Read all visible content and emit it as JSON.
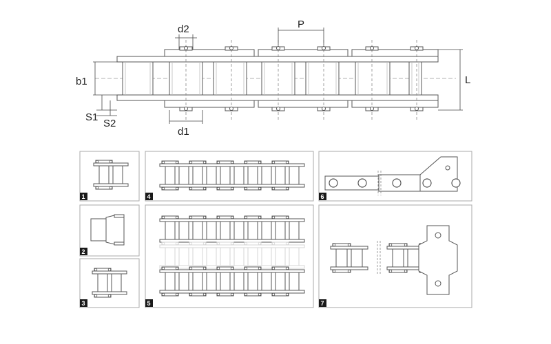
{
  "dimensions": {
    "d2": "d2",
    "p": "P",
    "b1": "b1",
    "l": "L",
    "s1": "S1",
    "s2": "S2",
    "d1": "d1"
  },
  "panels": [
    {
      "id": "1",
      "label": "1"
    },
    {
      "id": "2",
      "label": "2"
    },
    {
      "id": "3",
      "label": "3"
    },
    {
      "id": "4",
      "label": "4"
    },
    {
      "id": "5",
      "label": "5"
    },
    {
      "id": "6",
      "label": "6"
    },
    {
      "id": "7",
      "label": "7"
    }
  ],
  "colors": {
    "stroke": "#555555",
    "frame": "#aaaaaa",
    "badge": "#1a1a1a",
    "faded": "#d4d4d4"
  }
}
